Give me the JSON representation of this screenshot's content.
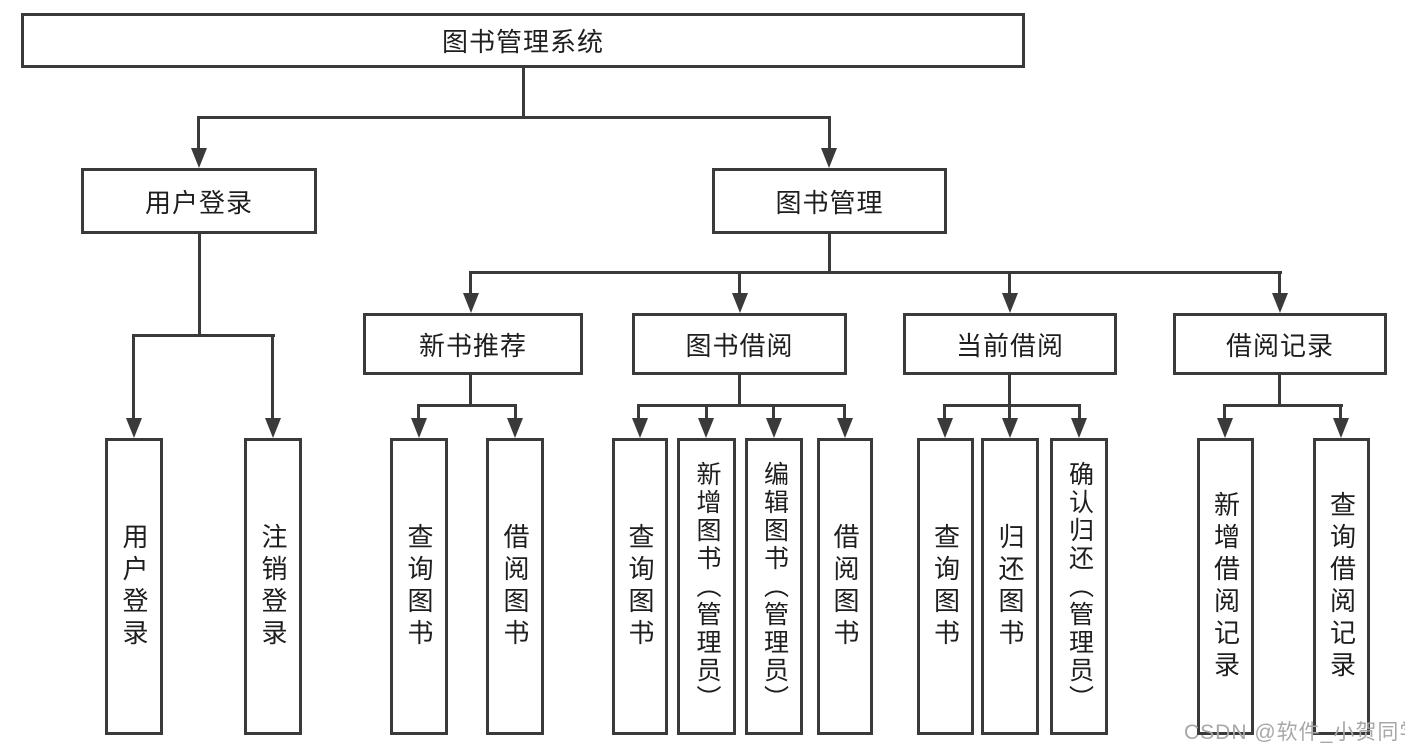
{
  "diagram_title": "图书管理系统",
  "colors": {
    "line": "#3a3a3a",
    "text": "#1e1e1e",
    "watermark": "#a8a8a8",
    "background": "#ffffff"
  },
  "nodes": {
    "root": "图书管理系统",
    "user_login": "用户登录",
    "book_mgmt": "图书管理",
    "leaf_login": "用户登录",
    "leaf_logout": "注销登录",
    "new_rec": "新书推荐",
    "borrow": "图书借阅",
    "current": "当前借阅",
    "records": "借阅记录",
    "nr_query": "查询图书",
    "nr_borrow": "借阅图书",
    "bb_query": "查询图书",
    "bb_add": "新增图书（管理员）",
    "bb_edit": "编辑图书（管理员）",
    "bb_borrow": "借阅图书",
    "cb_query": "查询图书",
    "cb_return": "归还图书",
    "cb_confirm": "确认归还（管理员）",
    "br_add": "新增借阅记录",
    "br_query": "查询借阅记录"
  },
  "hierarchy": {
    "图书管理系统": {
      "用户登录": [
        "用户登录",
        "注销登录"
      ],
      "图书管理": {
        "新书推荐": [
          "查询图书",
          "借阅图书"
        ],
        "图书借阅": [
          "查询图书",
          "新增图书（管理员）",
          "编辑图书（管理员）",
          "借阅图书"
        ],
        "当前借阅": [
          "查询图书",
          "归还图书",
          "确认归还（管理员）"
        ],
        "借阅记录": [
          "新增借阅记录",
          "查询借阅记录"
        ]
      }
    }
  },
  "watermark": "CSDN @软件_小贺同学"
}
